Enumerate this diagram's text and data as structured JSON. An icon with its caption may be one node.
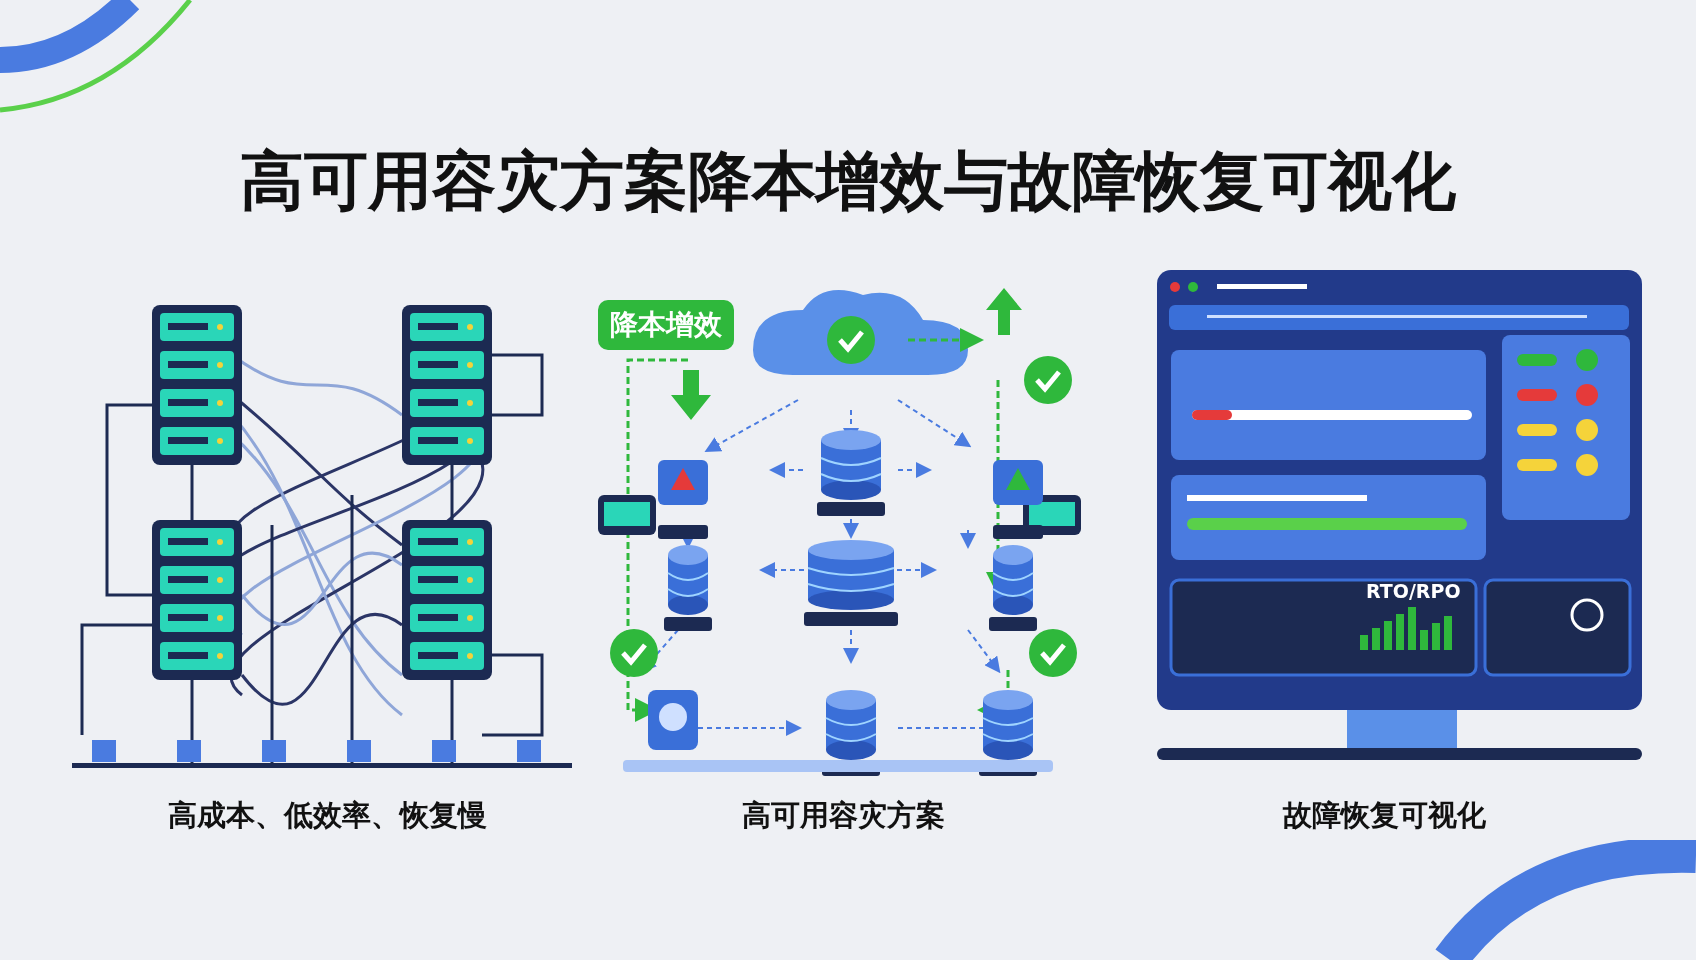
{
  "diagram": {
    "title": "高可用容灾方案降本增效与故障恢复可视化",
    "nodes": [
      {
        "text": [
          "降本增效"
        ]
      }
    ],
    "edges": [],
    "labels": [
      "RTO/RPO",
      "高成本、低效率、恢复慢",
      "高可用容灾方案",
      "故障恢复可视化"
    ]
  }
}
